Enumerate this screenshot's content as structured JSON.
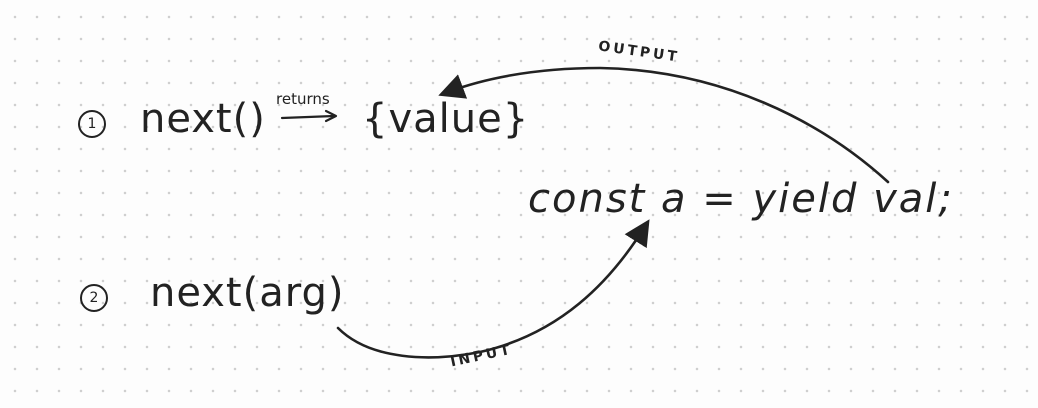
{
  "steps": [
    {
      "number": "1",
      "call": "next()",
      "relation": "returns",
      "result": "{value}"
    },
    {
      "number": "2",
      "call": "next(arg)"
    }
  ],
  "statement": "const a = yield val;",
  "arrows": {
    "output": "OUTPUT",
    "input": "INPUT"
  },
  "colors": {
    "ink": "#222222",
    "background": "#fdfdfd",
    "grid_dot": "#cfcfcf"
  }
}
